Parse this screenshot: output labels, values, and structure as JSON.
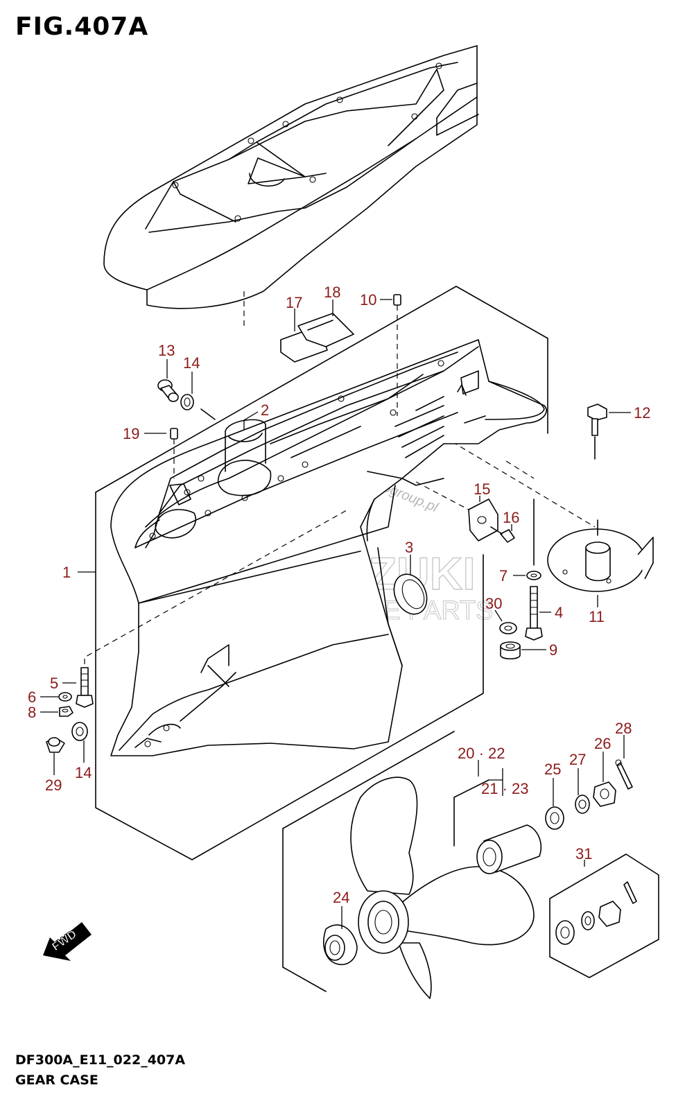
{
  "figure": {
    "title": "FIG.407A",
    "code": "DF300A_E11_022_407A",
    "name": "GEAR CASE"
  },
  "watermark": {
    "brand": "SUZUKI",
    "sub": "MARINE PARTS",
    "site": "Motogroup.pl"
  },
  "direction_label": "FWD",
  "callouts": {
    "c1": "1",
    "c2": "2",
    "c3": "3",
    "c4": "4",
    "c5": "5",
    "c6": "6",
    "c7": "7",
    "c8": "8",
    "c9": "9",
    "c10": "10",
    "c11": "11",
    "c12": "12",
    "c13": "13",
    "c14a": "14",
    "c14b": "14",
    "c15": "15",
    "c16": "16",
    "c17": "17",
    "c18": "18",
    "c19": "19",
    "c20_22": "20 · 22",
    "c21_23": "21 · 23",
    "c24": "24",
    "c25": "25",
    "c26": "26",
    "c27": "27",
    "c28": "28",
    "c29": "29",
    "c30": "30",
    "c31": "31"
  },
  "colors": {
    "callout": "#8b1a1a",
    "line": "#000000",
    "watermark": "#c8c8c8"
  }
}
